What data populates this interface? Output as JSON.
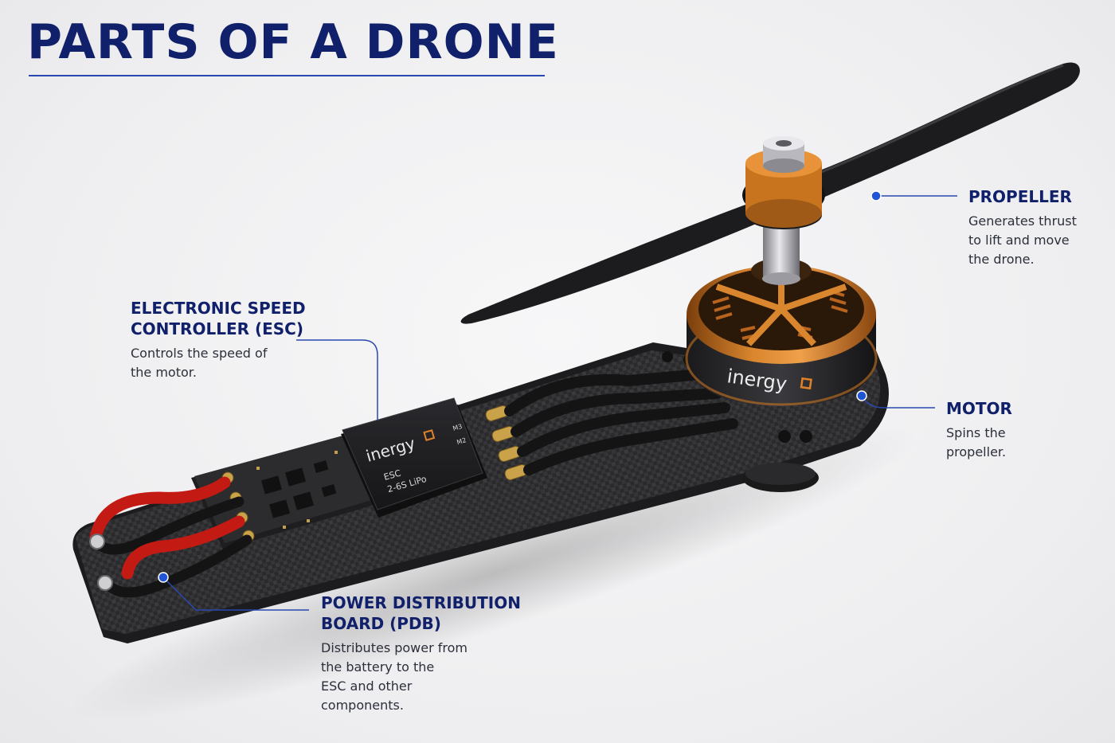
{
  "title": "PARTS OF A DRONE",
  "colors": {
    "title": "#10206a",
    "leader_line": "#2848b0",
    "leader_dot": "#1f55d6",
    "carbon_frame": "#2a2a2c",
    "motor_bell": "#c8741f",
    "propeller": "#1c1c1e",
    "wire_red": "#c41a14",
    "wire_black": "#141414"
  },
  "brand": {
    "motor_logo": "inergy",
    "esc_logo": "inergy",
    "esc_model": "ESC",
    "esc_rating": "2-6S LiPo",
    "esc_port_m3": "M3",
    "esc_port_m2": "M2"
  },
  "labels": {
    "propeller": {
      "title": "PROPELLER",
      "desc": [
        "Generates thrust",
        "to lift and move",
        "the drone."
      ]
    },
    "esc": {
      "title": [
        "ELECTRONIC SPEED",
        "CONTROLLER (ESC)"
      ],
      "desc": [
        "Controls the speed of",
        "the motor."
      ]
    },
    "motor": {
      "title": "MOTOR",
      "desc": [
        "Spins the",
        "propeller."
      ]
    },
    "pdb": {
      "title": [
        "POWER DISTRIBUTION",
        "BOARD (PDB)"
      ],
      "desc": [
        "Distributes power from",
        "the battery to the",
        "ESC and other",
        "components."
      ]
    }
  }
}
